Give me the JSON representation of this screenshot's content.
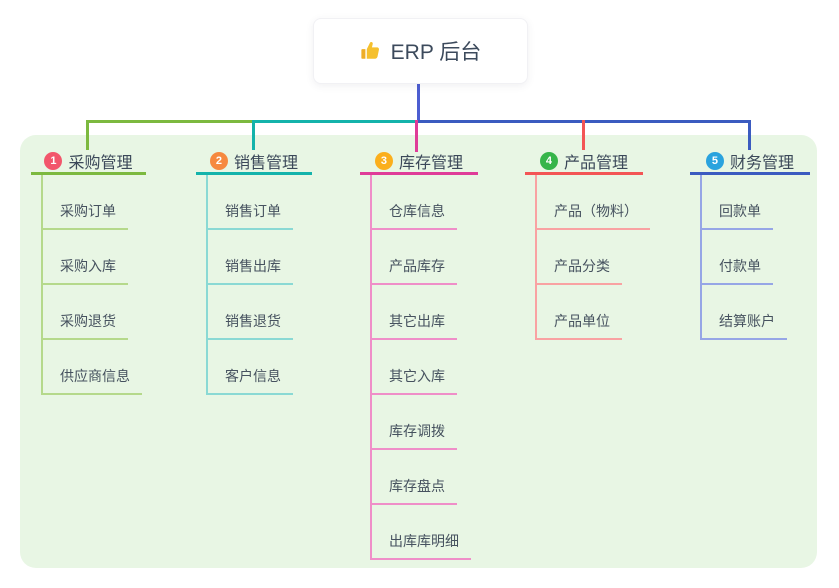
{
  "root": {
    "title": "ERP 后台",
    "icon": "thumbs-up-icon",
    "connector_color": "#4d5ed1"
  },
  "panel": {
    "background": "#e8f6e4"
  },
  "branches": [
    {
      "badge": "1",
      "title": "采购管理",
      "badge_color": "#f2566b",
      "line_color": "#7cb93f",
      "line_light_color": "#b5d98b",
      "children": [
        "采购订单",
        "采购入库",
        "采购退货",
        "供应商信息"
      ]
    },
    {
      "badge": "2",
      "title": "销售管理",
      "badge_color": "#f6893f",
      "line_color": "#14b3ab",
      "line_light_color": "#8ad9d4",
      "children": [
        "销售订单",
        "销售出库",
        "销售退货",
        "客户信息"
      ]
    },
    {
      "badge": "3",
      "title": "库存管理",
      "badge_color": "#fbaf1c",
      "line_color": "#df3c98",
      "line_light_color": "#ef8ec8",
      "children": [
        "仓库信息",
        "产品库存",
        "其它出库",
        "其它入库",
        "库存调拨",
        "库存盘点",
        "出库库明细"
      ]
    },
    {
      "badge": "4",
      "title": "产品管理",
      "badge_color": "#36b54a",
      "line_color": "#f35555",
      "line_light_color": "#f9a2a2",
      "children": [
        "产品（物料）",
        "产品分类",
        "产品单位"
      ]
    },
    {
      "badge": "5",
      "title": "财务管理",
      "badge_color": "#2aa3de",
      "line_color": "#3b5bc0",
      "line_light_color": "#96a6e6",
      "children": [
        "回款单",
        "付款单",
        "结算账户"
      ]
    }
  ]
}
